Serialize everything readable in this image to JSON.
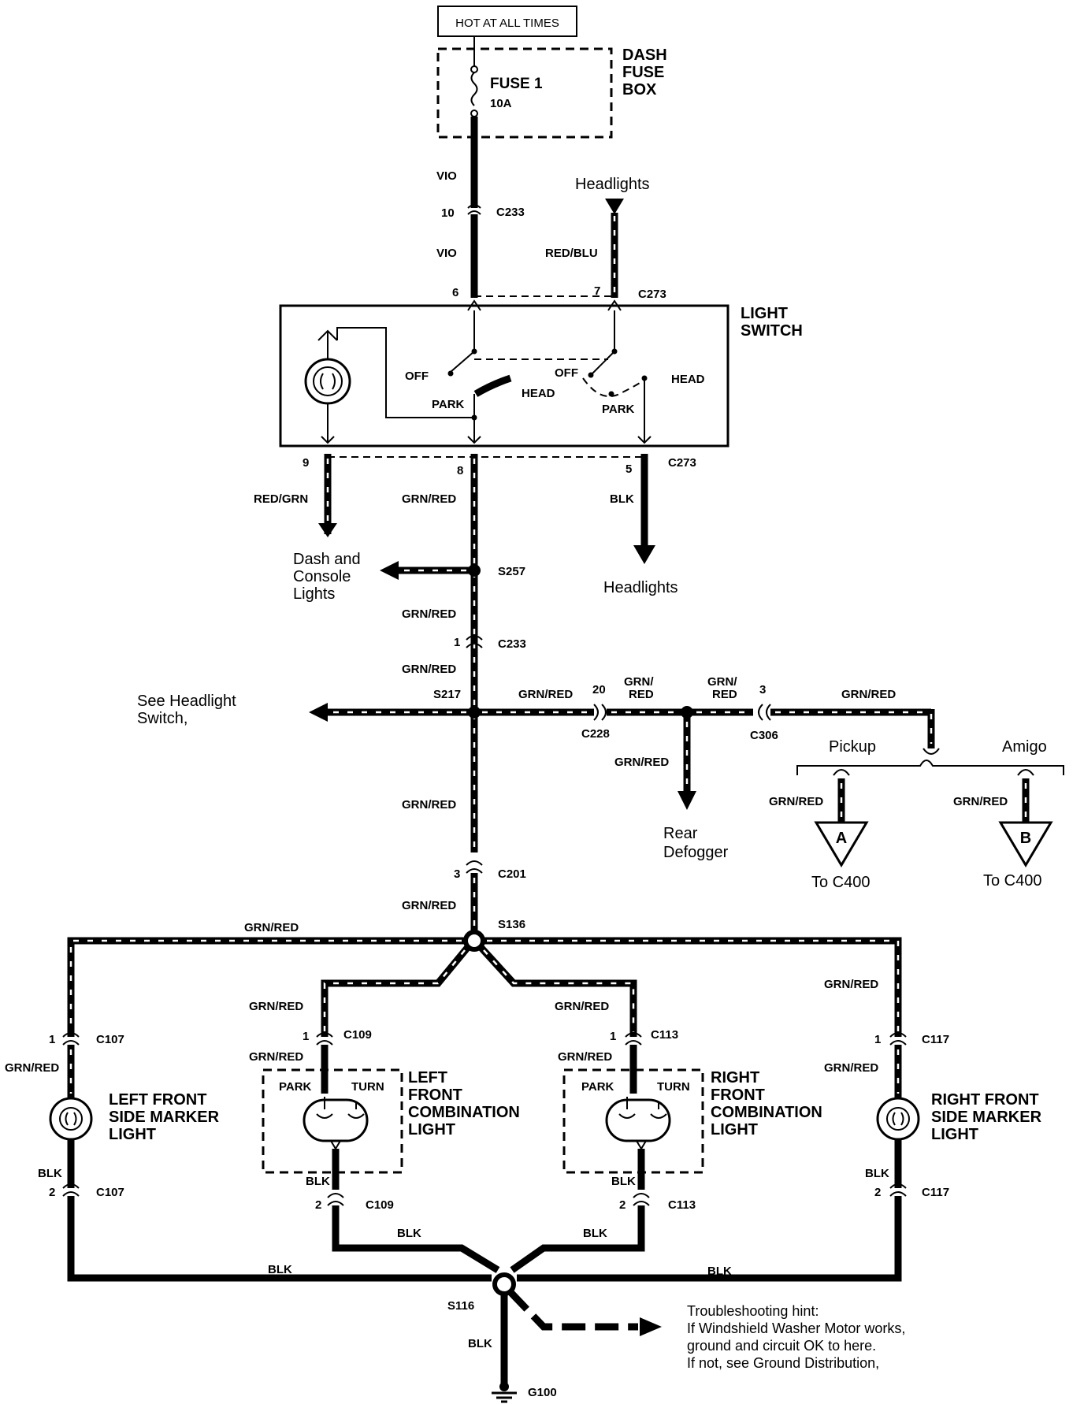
{
  "power": {
    "hot_label": "HOT AT ALL TIMES",
    "fuse_box": [
      "DASH",
      "FUSE",
      "BOX"
    ],
    "fuse_name": "FUSE 1",
    "fuse_rating": "10A"
  },
  "light_switch": {
    "title": [
      "LIGHT",
      "SWITCH"
    ],
    "left_pos": {
      "off": "OFF",
      "park": "PARK",
      "head": "HEAD"
    },
    "right_pos": {
      "off": "OFF",
      "park": "PARK",
      "head": "HEAD"
    }
  },
  "wires": {
    "vio_top": "VIO",
    "vio_bottom": "VIO",
    "red_blu": "RED/BLU",
    "red_grn": "RED/GRN",
    "grn_red": "GRN/RED",
    "grn_red_split": [
      "GRN/",
      "RED"
    ],
    "blk": "BLK"
  },
  "connectors": {
    "c233": "C233",
    "c273": "C273",
    "c228": "C228",
    "c306": "C306",
    "c201": "C201",
    "c107": "C107",
    "c109": "C109",
    "c113": "C113",
    "c117": "C117",
    "s257": "S257",
    "s217": "S217",
    "s136": "S136",
    "s116": "S116",
    "g100": "G100"
  },
  "pins": {
    "p10": "10",
    "p6": "6",
    "p7": "7",
    "p9": "9",
    "p8": "8",
    "p5": "5",
    "p1": "1",
    "p20": "20",
    "p3": "3",
    "p2": "2"
  },
  "destinations": {
    "headlights": "Headlights",
    "dash_console": [
      "Dash and",
      "Console",
      "Lights"
    ],
    "see_headlight": [
      "See Headlight",
      "Switch,"
    ],
    "rear_defogger": [
      "Rear",
      "Defogger"
    ],
    "pickup": "Pickup",
    "amigo": "Amigo",
    "to_c400": "To C400",
    "tri_a": "A",
    "tri_b": "B"
  },
  "lamps": {
    "left_marker": [
      "LEFT FRONT",
      "SIDE MARKER",
      "LIGHT"
    ],
    "right_marker": [
      "RIGHT FRONT",
      "SIDE MARKER",
      "LIGHT"
    ],
    "left_combo": [
      "LEFT",
      "FRONT",
      "COMBINATION",
      "LIGHT"
    ],
    "right_combo": [
      "RIGHT",
      "FRONT",
      "COMBINATION",
      "LIGHT"
    ],
    "park": "PARK",
    "turn": "TURN"
  },
  "hint": [
    "Troubleshooting hint:",
    "If Windshield Washer Motor works,",
    "ground and circuit OK to here.",
    "If not, see Ground Distribution,"
  ]
}
